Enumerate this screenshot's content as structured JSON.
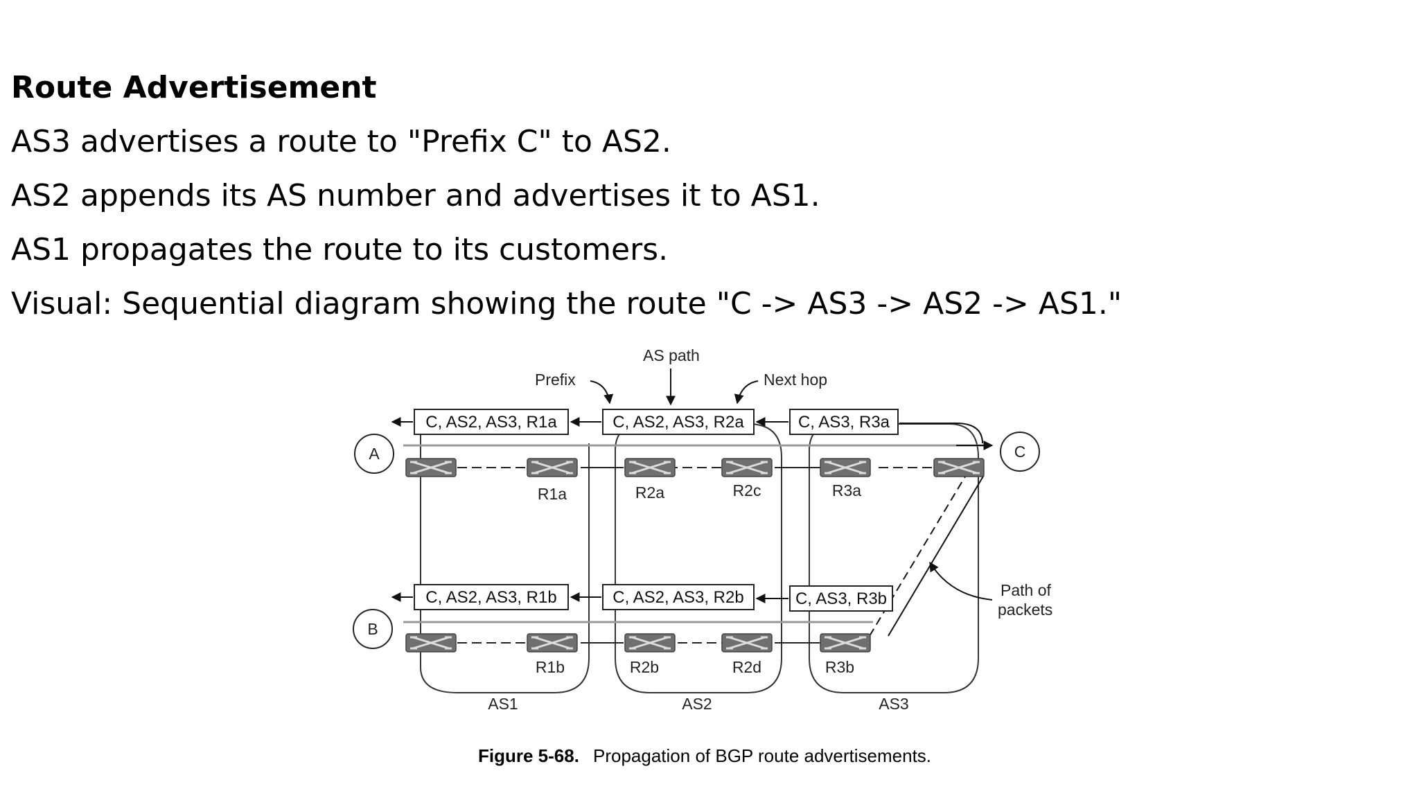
{
  "slide": {
    "title": "Route Advertisement",
    "bullets": [
      "AS3 advertises a route to \"Prefix C\" to AS2.",
      "AS2 appends its AS number and advertises it to AS1.",
      "AS1 propagates the route to its customers.",
      "Visual: Sequential diagram showing the route \"C -> AS3 -> AS2 -> AS1.\""
    ]
  },
  "figure": {
    "callouts": {
      "prefix": "Prefix",
      "as_path": "AS path",
      "next_hop": "Next hop",
      "path_of_packets_1": "Path of",
      "path_of_packets_2": "packets"
    },
    "top_boxes": [
      "C, AS2, AS3, R1a",
      "C, AS2, AS3, R2a",
      "C, AS3, R3a"
    ],
    "bottom_boxes": [
      "C, AS2, AS3, R1b",
      "C, AS2, AS3, R2b",
      "C, AS3, R3b"
    ],
    "hosts": [
      "A",
      "B",
      "C"
    ],
    "routers_top": [
      "R1a",
      "R2a",
      "R2c",
      "R3a"
    ],
    "routers_bottom": [
      "R1b",
      "R2b",
      "R2d",
      "R3b"
    ],
    "as_labels": [
      "AS1",
      "AS2",
      "AS3"
    ],
    "caption_label": "Figure 5-68.",
    "caption_text": "Propagation of BGP route advertisements."
  }
}
